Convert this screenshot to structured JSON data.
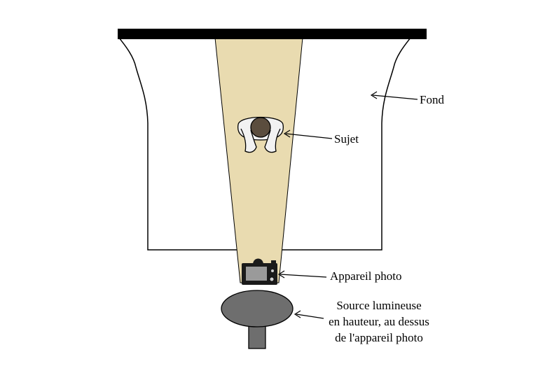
{
  "labels": {
    "fond": "Fond",
    "sujet": "Sujet",
    "appareil": "Appareil photo",
    "source_line1": "Source lumineuse",
    "source_line2": "en hauteur, au dessus",
    "source_line3": "de l'appareil photo"
  },
  "colors": {
    "light_beam": "#e9dbb0",
    "background_paper": "#ffffff",
    "bar": "#000000",
    "subject_body": "#f2f2f2",
    "subject_head": "#5b4d3e",
    "camera_body": "#1a1a1a",
    "camera_screen": "#9a9a9a",
    "light_source": "#6e6e6e"
  },
  "icons": {
    "subject": "person-top-view-icon",
    "camera": "camera-icon",
    "light": "light-source-icon"
  }
}
